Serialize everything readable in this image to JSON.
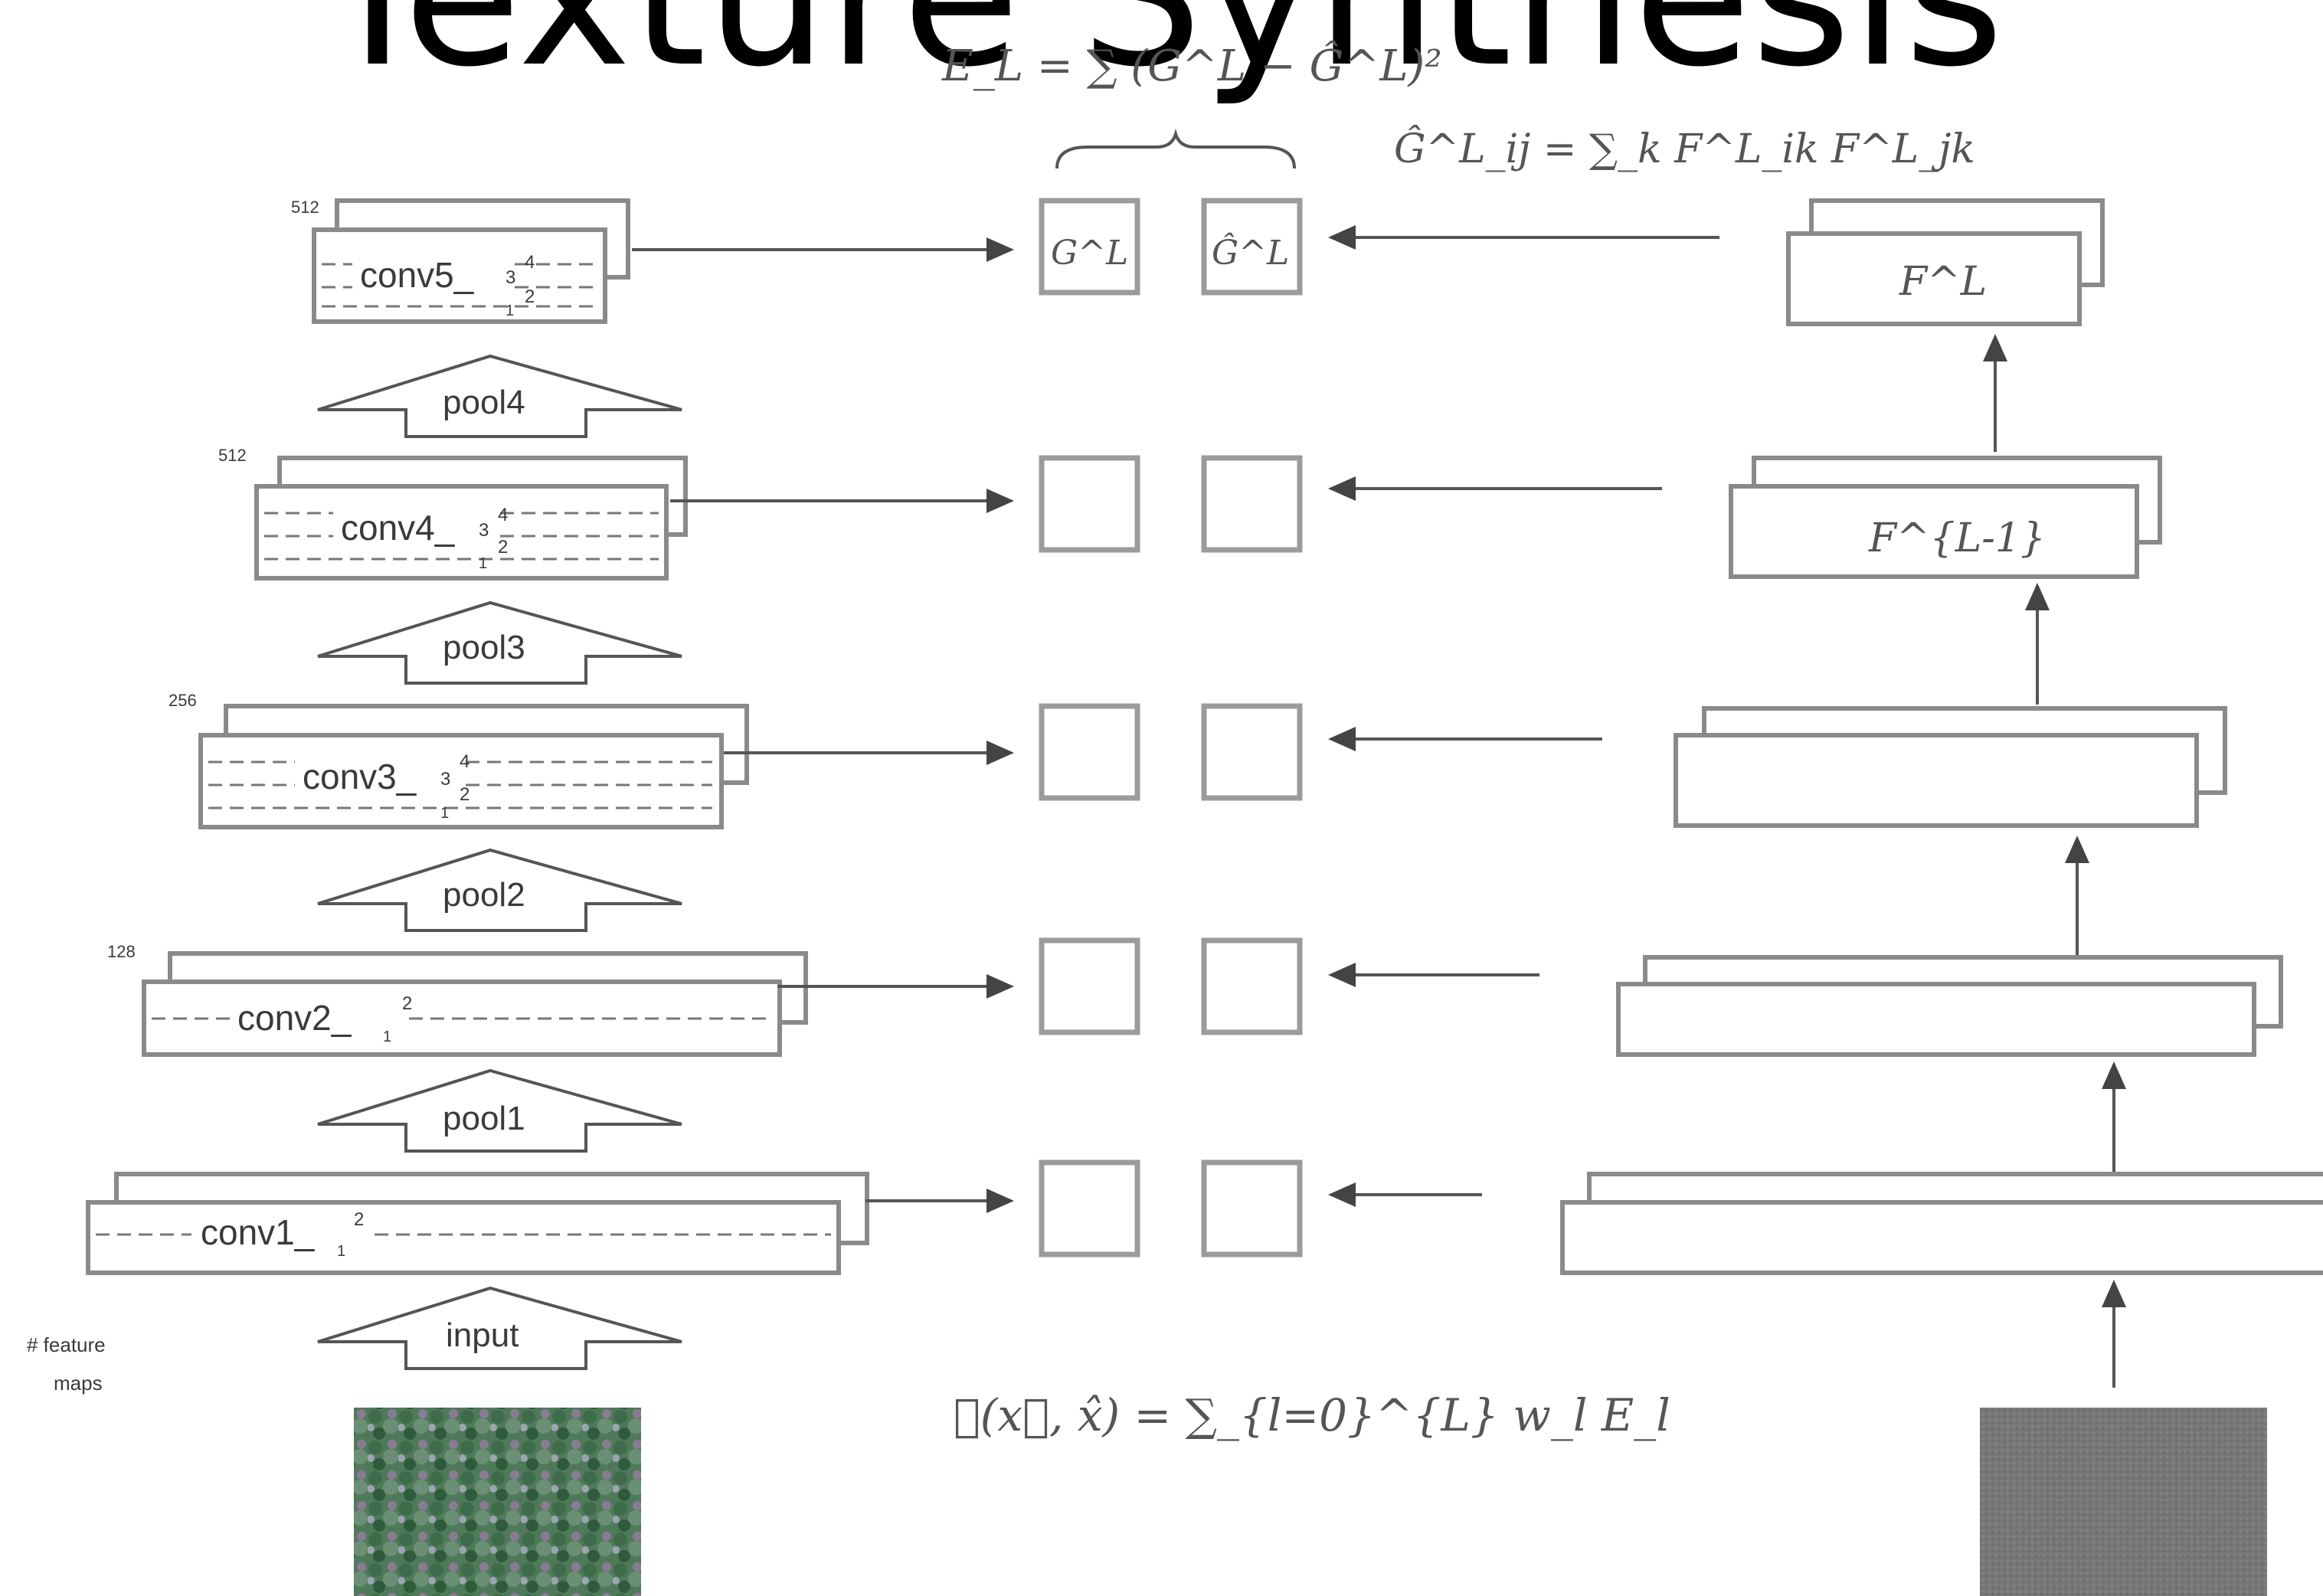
{
  "title": "Texture Synthesis",
  "equations": {
    "layer_loss": "E_L = ∑ (G^L − Ĝ^L)²",
    "gram": "Ĝ^L_ij = ∑_k F^L_ik F^L_jk",
    "total_loss": "ℒ(x⃗, x̂) = ∑_{l=0}^{L} w_l E_l"
  },
  "left_network": {
    "feature_maps_label": [
      "# feature",
      "maps"
    ],
    "conv_layers": [
      {
        "name": "conv5_",
        "sub": [
          "3",
          "4",
          "2",
          "1"
        ],
        "maps": "512"
      },
      {
        "name": "conv4_",
        "sub": [
          "3",
          "4",
          "2",
          "1"
        ],
        "maps": "512"
      },
      {
        "name": "conv3_",
        "sub": [
          "3",
          "4",
          "2",
          "1"
        ],
        "maps": "256"
      },
      {
        "name": "conv2_",
        "sub": [
          "2",
          "1"
        ],
        "maps": "128"
      },
      {
        "name": "conv1_",
        "sub": [
          "2",
          "1"
        ],
        "maps": ""
      }
    ],
    "pool_labels": [
      "pool4",
      "pool3",
      "pool2",
      "pool1",
      "input"
    ]
  },
  "gram_labels": {
    "G": "G^L",
    "G_hat": "Ĝ^L"
  },
  "right_network": {
    "feature_labels": [
      "F^L",
      "F^{L-1}"
    ]
  },
  "colors": {
    "texture_image": "#4f7a5a",
    "noise_image": "#777777"
  }
}
